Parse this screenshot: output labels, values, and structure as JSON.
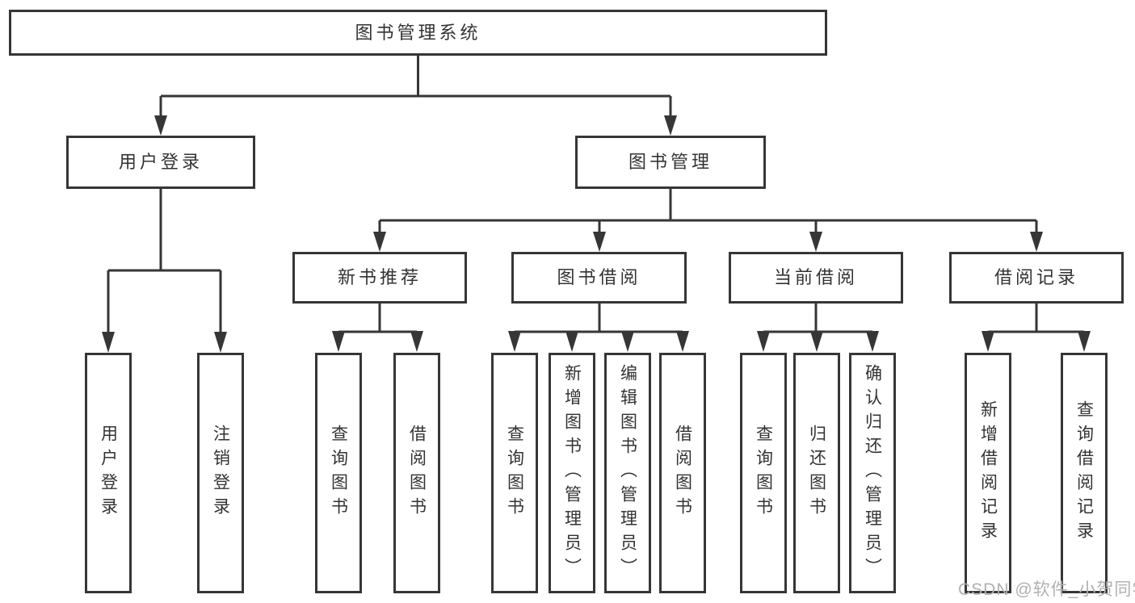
{
  "tree": {
    "label": "图书管理系统",
    "children": [
      {
        "label": "用户登录",
        "children": [
          {
            "label": "用户登录"
          },
          {
            "label": "注销登录"
          }
        ]
      },
      {
        "label": "图书管理",
        "children": [
          {
            "label": "新书推荐",
            "children": [
              {
                "label": "查询图书"
              },
              {
                "label": "借阅图书"
              }
            ]
          },
          {
            "label": "图书借阅",
            "children": [
              {
                "label": "查询图书"
              },
              {
                "label": "新增图书（管理员）"
              },
              {
                "label": "编辑图书（管理员）"
              },
              {
                "label": "借阅图书"
              }
            ]
          },
          {
            "label": "当前借阅",
            "children": [
              {
                "label": "查询图书"
              },
              {
                "label": "归还图书"
              },
              {
                "label": "确认归还（管理员）"
              }
            ]
          },
          {
            "label": "借阅记录",
            "children": [
              {
                "label": "新增借阅记录"
              },
              {
                "label": "查询借阅记录"
              }
            ]
          }
        ]
      }
    ]
  },
  "watermark": "CSDN @软件_小贺同学",
  "colors": {
    "line": "#363636",
    "text": "#333333",
    "bg": "#ffffff",
    "watermark": "#b0b0b0"
  }
}
